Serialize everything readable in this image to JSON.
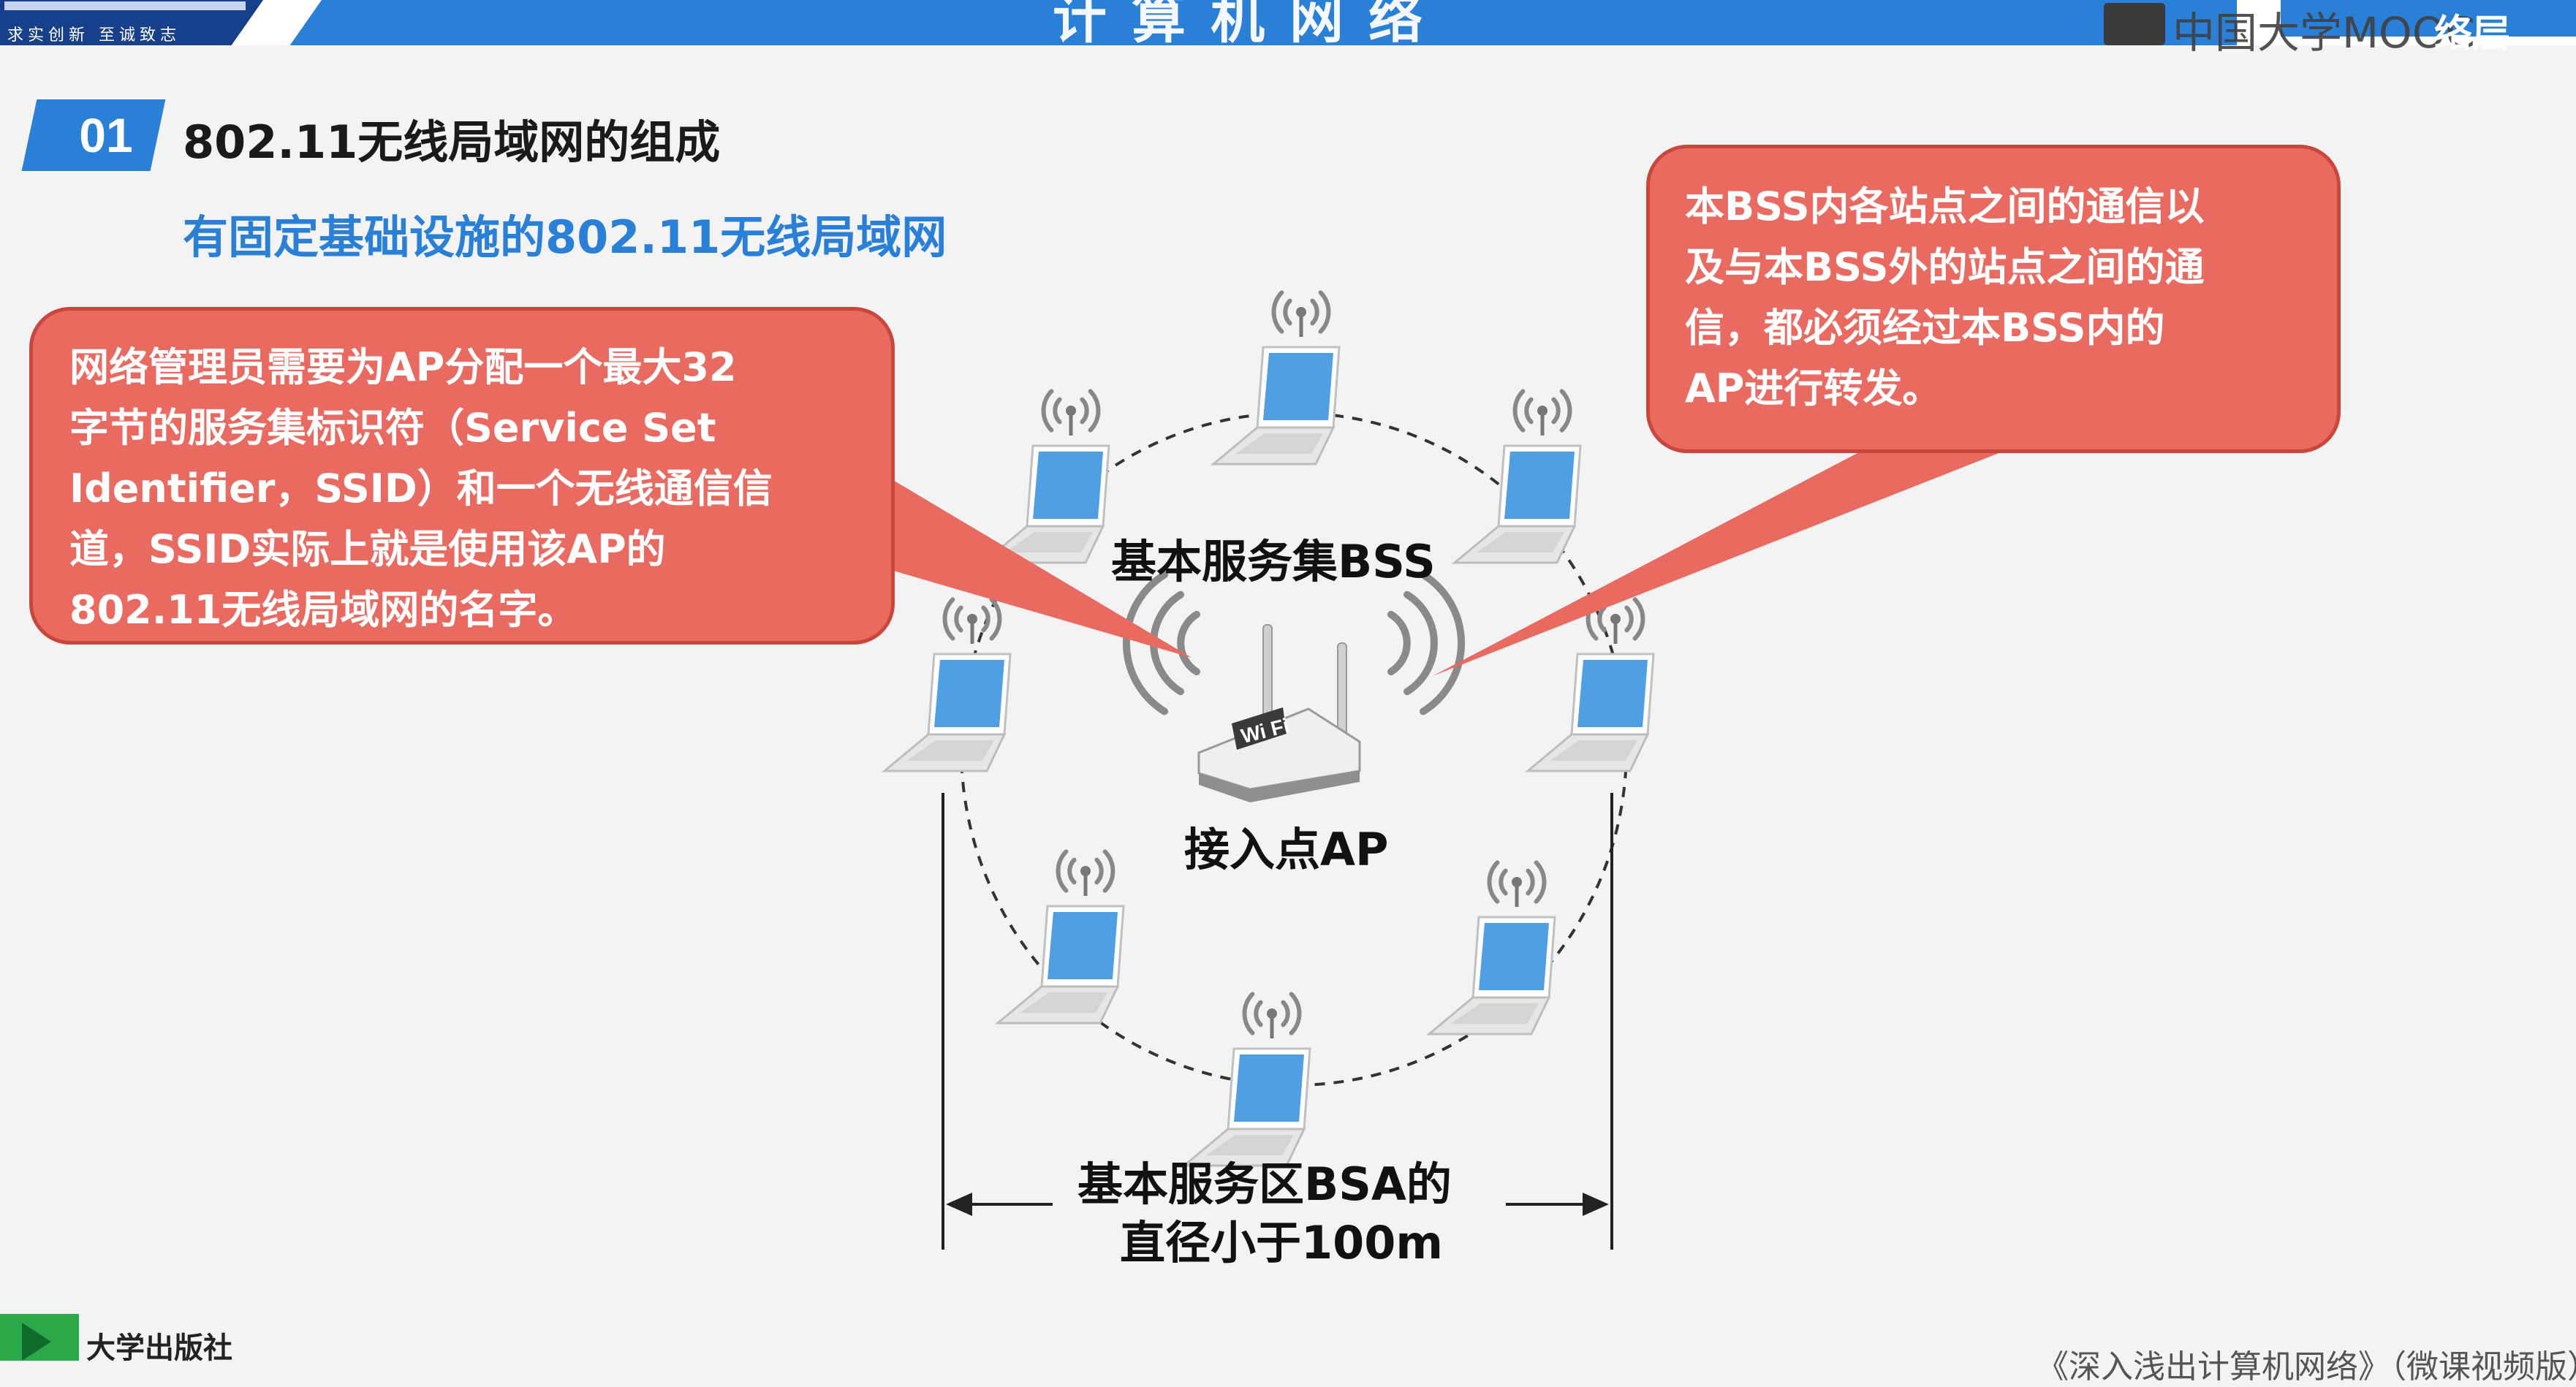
{
  "banner": {
    "title": "计算机网络",
    "motto": "求实创新 至诚致志",
    "watermark": "中国大学MOOC",
    "corner_label": "络层"
  },
  "section": {
    "number": "01",
    "title": "802.11无线局域网的组成",
    "subtitle": "有固定基础设施的802.11无线局域网"
  },
  "callout_left": {
    "lines": [
      "网络管理员需要为AP分配一个最大32",
      "字节的服务集标识符（Service Set",
      "Identifier，SSID）和一个无线通信信",
      "道，SSID实际上就是使用该AP的",
      "802.11无线局域网的名字。"
    ]
  },
  "callout_right": {
    "lines": [
      "本BSS内各站点之间的通信以",
      "及与本BSS外的站点之间的通",
      "信，都必须经过本BSS内的",
      "AP进行转发。"
    ]
  },
  "diagram": {
    "bss_label": "基本服务集BSS",
    "ap_label": "接入点AP",
    "ap_badge": "Wi Fi",
    "bsa_label_line1": "基本服务区BSA的",
    "bsa_label_line2": "直径小于100m",
    "laptop_count": 8
  },
  "bottom": {
    "publisher": "大学出版社",
    "book": "《深入浅出计算机网络》（微课视频版）"
  },
  "colors": {
    "accent_blue": "#2a7fd6",
    "callout_fill": "#e96a61",
    "callout_border": "#c9463d",
    "screen_blue": "#4f9fe2"
  },
  "icons": [
    "play-icon",
    "wifi-router-icon",
    "laptop-icon",
    "wireless-signal-icon"
  ]
}
